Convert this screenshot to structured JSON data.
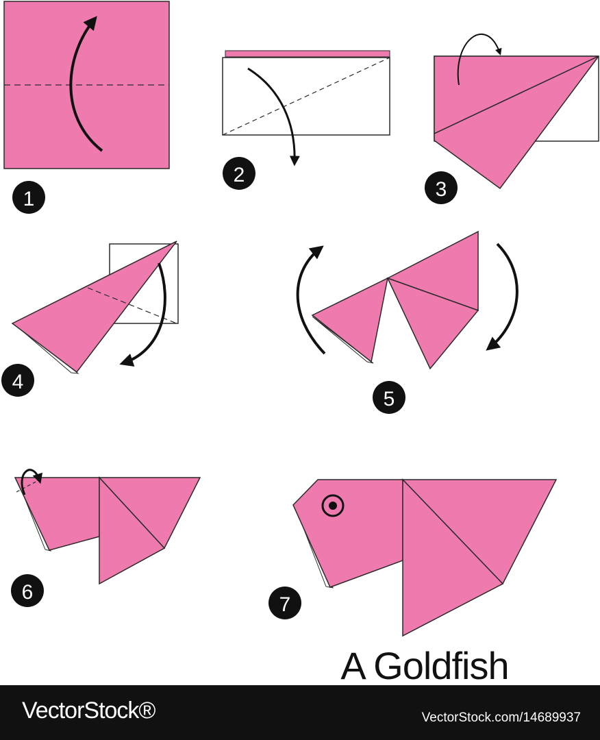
{
  "colors": {
    "paper": "#ef7aae",
    "outline": "#2a2a2a",
    "badge": "#111111",
    "footer": "#111111"
  },
  "steps": [
    "1",
    "2",
    "3",
    "4",
    "5",
    "6",
    "7"
  ],
  "title": "A Goldfish",
  "footer": {
    "logo": "VectorStock®",
    "url": "VectorStock.com/14689937"
  }
}
